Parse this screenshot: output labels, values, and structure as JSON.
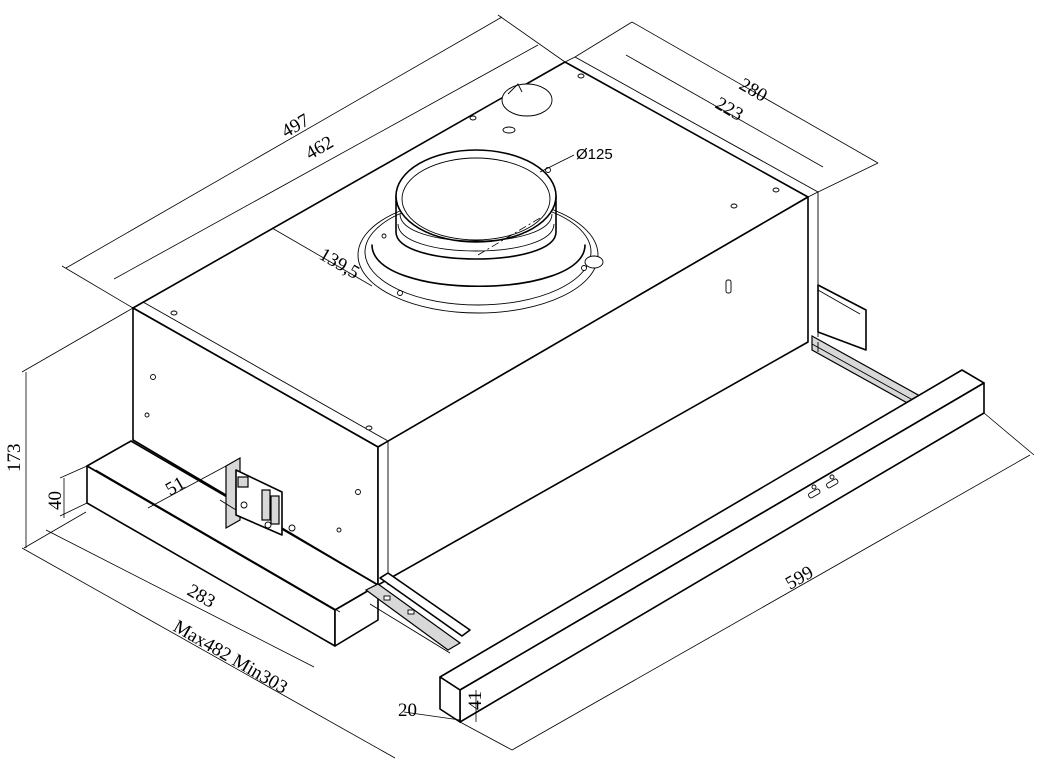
{
  "dimensions": {
    "depth_outer": "497",
    "depth_inner": "462",
    "side_outer": "280",
    "side_inner": "223",
    "duct_diameter": "Ø125",
    "duct_offset": "139,5",
    "height_total": "173",
    "height_base": "40",
    "bracket": "51",
    "base_width": "283",
    "slide_range": "Max482 Min303",
    "front_width": "599",
    "front_thickness": "20",
    "front_height": "41"
  }
}
